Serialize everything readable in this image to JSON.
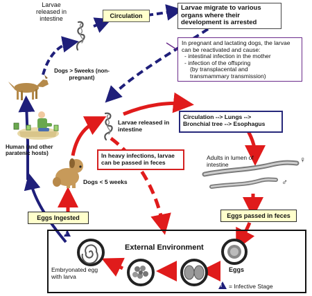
{
  "colors": {
    "red_arrow": "#e01b1b",
    "navy_arrow": "#1f1f7a",
    "yellow_box": "#ffffcc",
    "red_border": "#d42020",
    "blue_border": "#26287a",
    "purple_line": "#6a2a8a",
    "dog": "#b58a4a",
    "puppy": "#c79a5a",
    "egg_ring": "#222222"
  },
  "labels": {
    "larvae_released_top": "Larvae released in intestine",
    "circulation": "Circulation",
    "larvae_migrate": "Larvae migrate to various organs where their development is arrested",
    "dogs_over5": "Dogs > 5weeks (non-pregnant)",
    "pregnant_intro": "In pregnant and lactating dogs, the larvae can be reactivated and cause:",
    "pregnant_item1": "- intestinal infection in the mother",
    "pregnant_item2": "- infection of the offspring",
    "pregnant_item3": "(by transplacental and",
    "pregnant_item4": "transmammary transmission)",
    "larvae_released_mid": "Larvae released in intestine",
    "circ_lungs": "Circulation --> Lungs --> Bronchial tree --> Esophagus",
    "human": "Human (and other paratenic hosts)",
    "heavy_infections": "In heavy infections, larvae can be passed in feces",
    "adults": "Adults in lumen of intestine",
    "female": "♀",
    "male": "♂",
    "dogs_under5": "Dogs < 5 weeks",
    "eggs_ingested": "Eggs Ingested",
    "eggs_passed": "Eggs passed in feces",
    "external_env": "External Environment",
    "embryonated": "Embryonated egg with larva",
    "eggs": "Eggs",
    "infective_mark": "i",
    "infective_stage": "= Infective Stage"
  }
}
